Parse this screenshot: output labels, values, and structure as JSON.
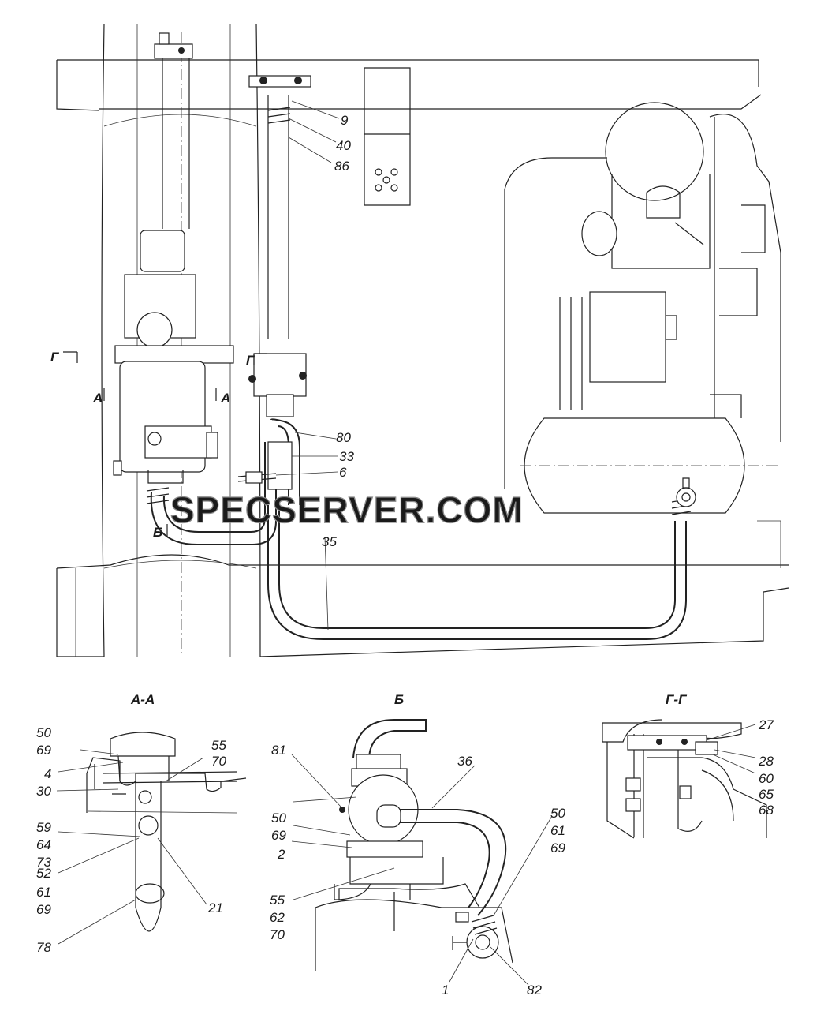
{
  "watermark": "SPECSERVER.COM",
  "sections": {
    "main_cuts": {
      "g_left": "Г",
      "g_right": "Г",
      "a_left": "А",
      "a_right": "А",
      "b": "Б"
    },
    "aa_title": "А-А",
    "b_title": "Б",
    "gg_title": "Г-Г"
  },
  "main_labels": [
    "9",
    "40",
    "86",
    "80",
    "33",
    "6",
    "35"
  ],
  "aa_labels": [
    "50",
    "69",
    "4",
    "55",
    "70",
    "30",
    "59",
    "64",
    "73",
    "52",
    "61",
    "69",
    "21",
    "78"
  ],
  "b_labels": [
    "81",
    "36",
    "50",
    "69",
    "2",
    "55",
    "62",
    "70",
    "50",
    "61",
    "69",
    "1",
    "82"
  ],
  "gg_labels": [
    "27",
    "28",
    "60",
    "65",
    "68"
  ]
}
